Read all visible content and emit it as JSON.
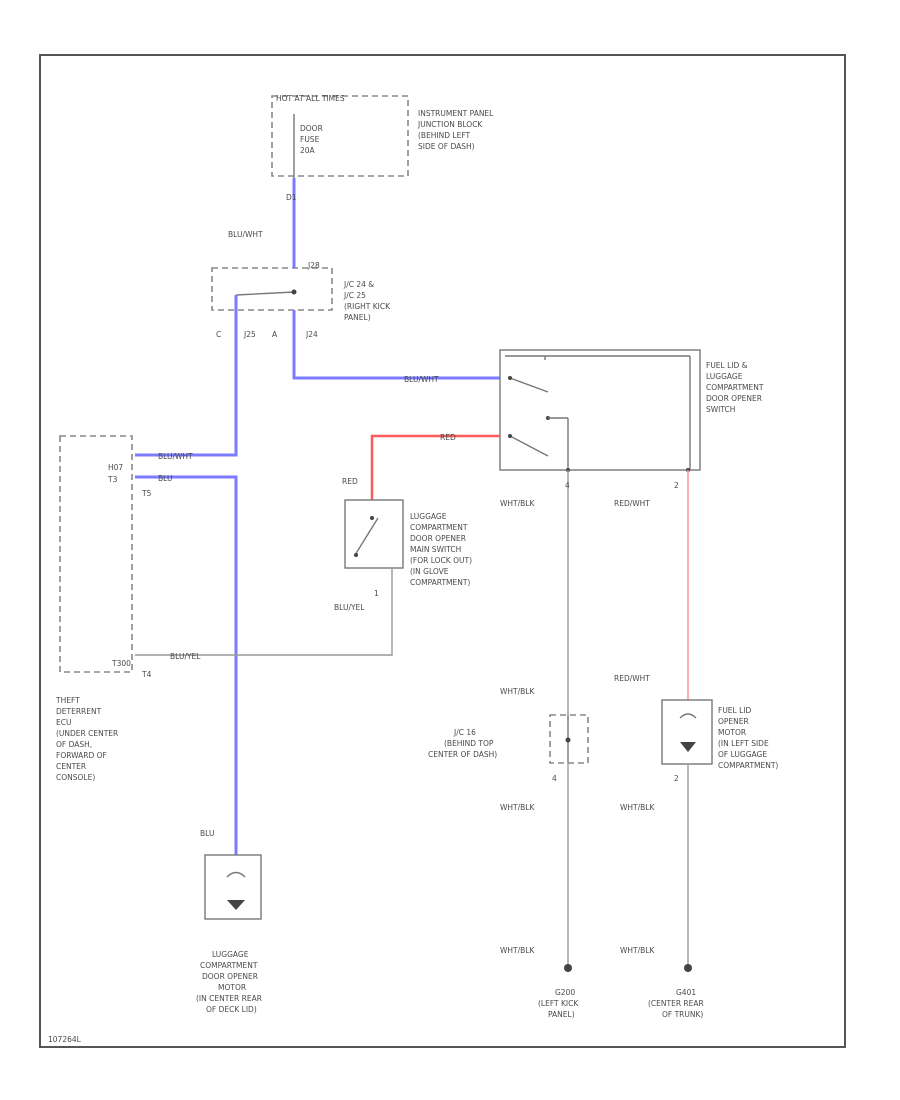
{
  "labels": {
    "fuse_power": "HOT AT ALL TIMES",
    "fuse_name": "DOOR",
    "fuse_word": "FUSE",
    "fuse_rating": "20A",
    "ipjb_1": "INSTRUMENT PANEL",
    "ipjb_2": "JUNCTION BLOCK",
    "ipjb_3": "(BEHIND LEFT",
    "ipjb_4": "SIDE OF DASH)",
    "fuse_pin": "D1",
    "wire_blu_wht_1": "BLU/WHT",
    "jc_top_pin": "J28",
    "jc_1": "J/C 24 &",
    "jc_2": "J/C 25",
    "jc_3": "(RIGHT KICK",
    "jc_4": "PANEL)",
    "jc_pin_c": "C",
    "jc_pin_j25": "J25",
    "jc_pin_a": "A",
    "jc_pin_j24": "J24",
    "wire_blu_wht_2": "BLU/WHT",
    "wire_red_1": "RED",
    "fuel_sw_1": "FUEL LID &",
    "fuel_sw_2": "LUGGAGE",
    "fuel_sw_3": "COMPARTMENT",
    "fuel_sw_4": "DOOR OPENER",
    "fuel_sw_5": "SWITCH",
    "ecu_pin_1": "H07",
    "ecu_pin_2": "T3",
    "ecu_pin_3": "T5",
    "wire_blu_wht_3": "BLU/WHT",
    "wire_blu_1": "BLU",
    "wire_red_2": "RED",
    "main_sw_1": "LUGGAGE",
    "main_sw_2": "COMPARTMENT",
    "main_sw_3": "DOOR OPENER",
    "main_sw_4": "MAIN SWITCH",
    "main_sw_5": "(FOR LOCK OUT)",
    "main_sw_6": "(IN GLOVE",
    "main_sw_7": "COMPARTMENT)",
    "main_sw_pin": "1",
    "wire_blu_yel_1": "BLU/YEL",
    "sw_pin_4": "4",
    "sw_pin_2": "2",
    "wire_wht_blk_1": "WHT/BLK",
    "wire_red_wht_1": "RED/WHT",
    "ecu_pin_4": "T300",
    "ecu_pin_5": "T4",
    "wire_blu_yel_2": "BLU/YEL",
    "ecu_1": "THEFT",
    "ecu_2": "DETERRENT",
    "ecu_3": "ECU",
    "ecu_4": "(UNDER CENTER",
    "ecu_5": "OF DASH,",
    "ecu_6": "FORWARD OF",
    "ecu_7": "CENTER",
    "ecu_8": "CONSOLE)",
    "wire_wht_blk_2": "WHT/BLK",
    "wire_red_wht_2": "RED/WHT",
    "jc16_1": "J/C 16",
    "jc16_2": "(BEHIND TOP",
    "jc16_3": "CENTER OF DASH)",
    "jc16_pin": "4",
    "motor_pin": "2",
    "fuel_motor_1": "FUEL LID",
    "fuel_motor_2": "OPENER",
    "fuel_motor_3": "MOTOR",
    "fuel_motor_4": "(IN LEFT SIDE",
    "fuel_motor_5": "OF LUGGAGE",
    "fuel_motor_6": "COMPARTMENT)",
    "wire_wht_blk_3": "WHT/BLK",
    "wire_wht_blk_4": "WHT/BLK",
    "wire_blu_2": "BLU",
    "wire_wht_blk_5": "WHT/BLK",
    "wire_wht_blk_6": "WHT/BLK",
    "lug_motor_1": "LUGGAGE",
    "lug_motor_2": "COMPARTMENT",
    "lug_motor_3": "DOOR OPENER",
    "lug_motor_4": "MOTOR",
    "lug_motor_5": "(IN CENTER REAR",
    "lug_motor_6": "OF DECK LID)",
    "gnd1_1": "G200",
    "gnd1_2": "(LEFT KICK",
    "gnd1_3": "PANEL)",
    "gnd2_1": "G401",
    "gnd2_2": "(CENTER REAR",
    "gnd2_3": "OF TRUNK)",
    "corner_id": "107264L"
  }
}
